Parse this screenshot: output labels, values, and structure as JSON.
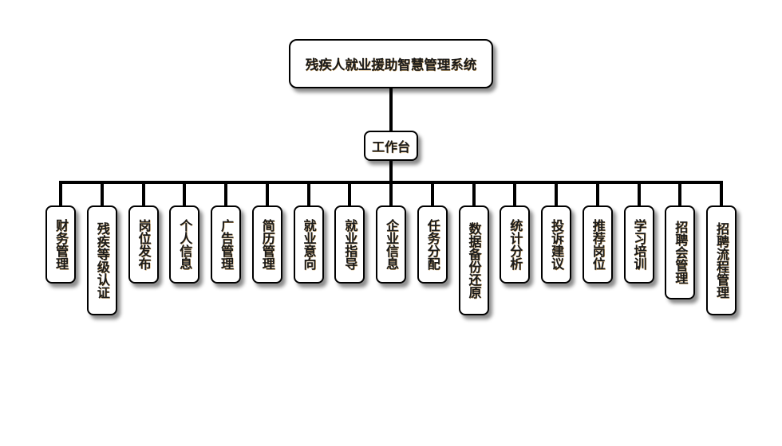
{
  "diagram": {
    "root": {
      "label": "残疾人就业援助智慧管理系统"
    },
    "hub": {
      "label": "工作台"
    },
    "modules": [
      {
        "label": "财务管理"
      },
      {
        "label": "残疾等级认证"
      },
      {
        "label": "岗位发布"
      },
      {
        "label": "个人信息"
      },
      {
        "label": "广告管理"
      },
      {
        "label": "简历管理"
      },
      {
        "label": "就业意向"
      },
      {
        "label": "就业指导"
      },
      {
        "label": "企业信息"
      },
      {
        "label": "任务分配"
      },
      {
        "label": "数据备份还原"
      },
      {
        "label": "统计分析"
      },
      {
        "label": "投诉建议"
      },
      {
        "label": "推荐岗位"
      },
      {
        "label": "学习培训"
      },
      {
        "label": "招聘会管理"
      },
      {
        "label": "招聘流程管理"
      }
    ],
    "colors": {
      "line": "#000000",
      "box_fill": "#ffffff",
      "box_border": "#000000",
      "text": "#1a1a1a"
    }
  }
}
